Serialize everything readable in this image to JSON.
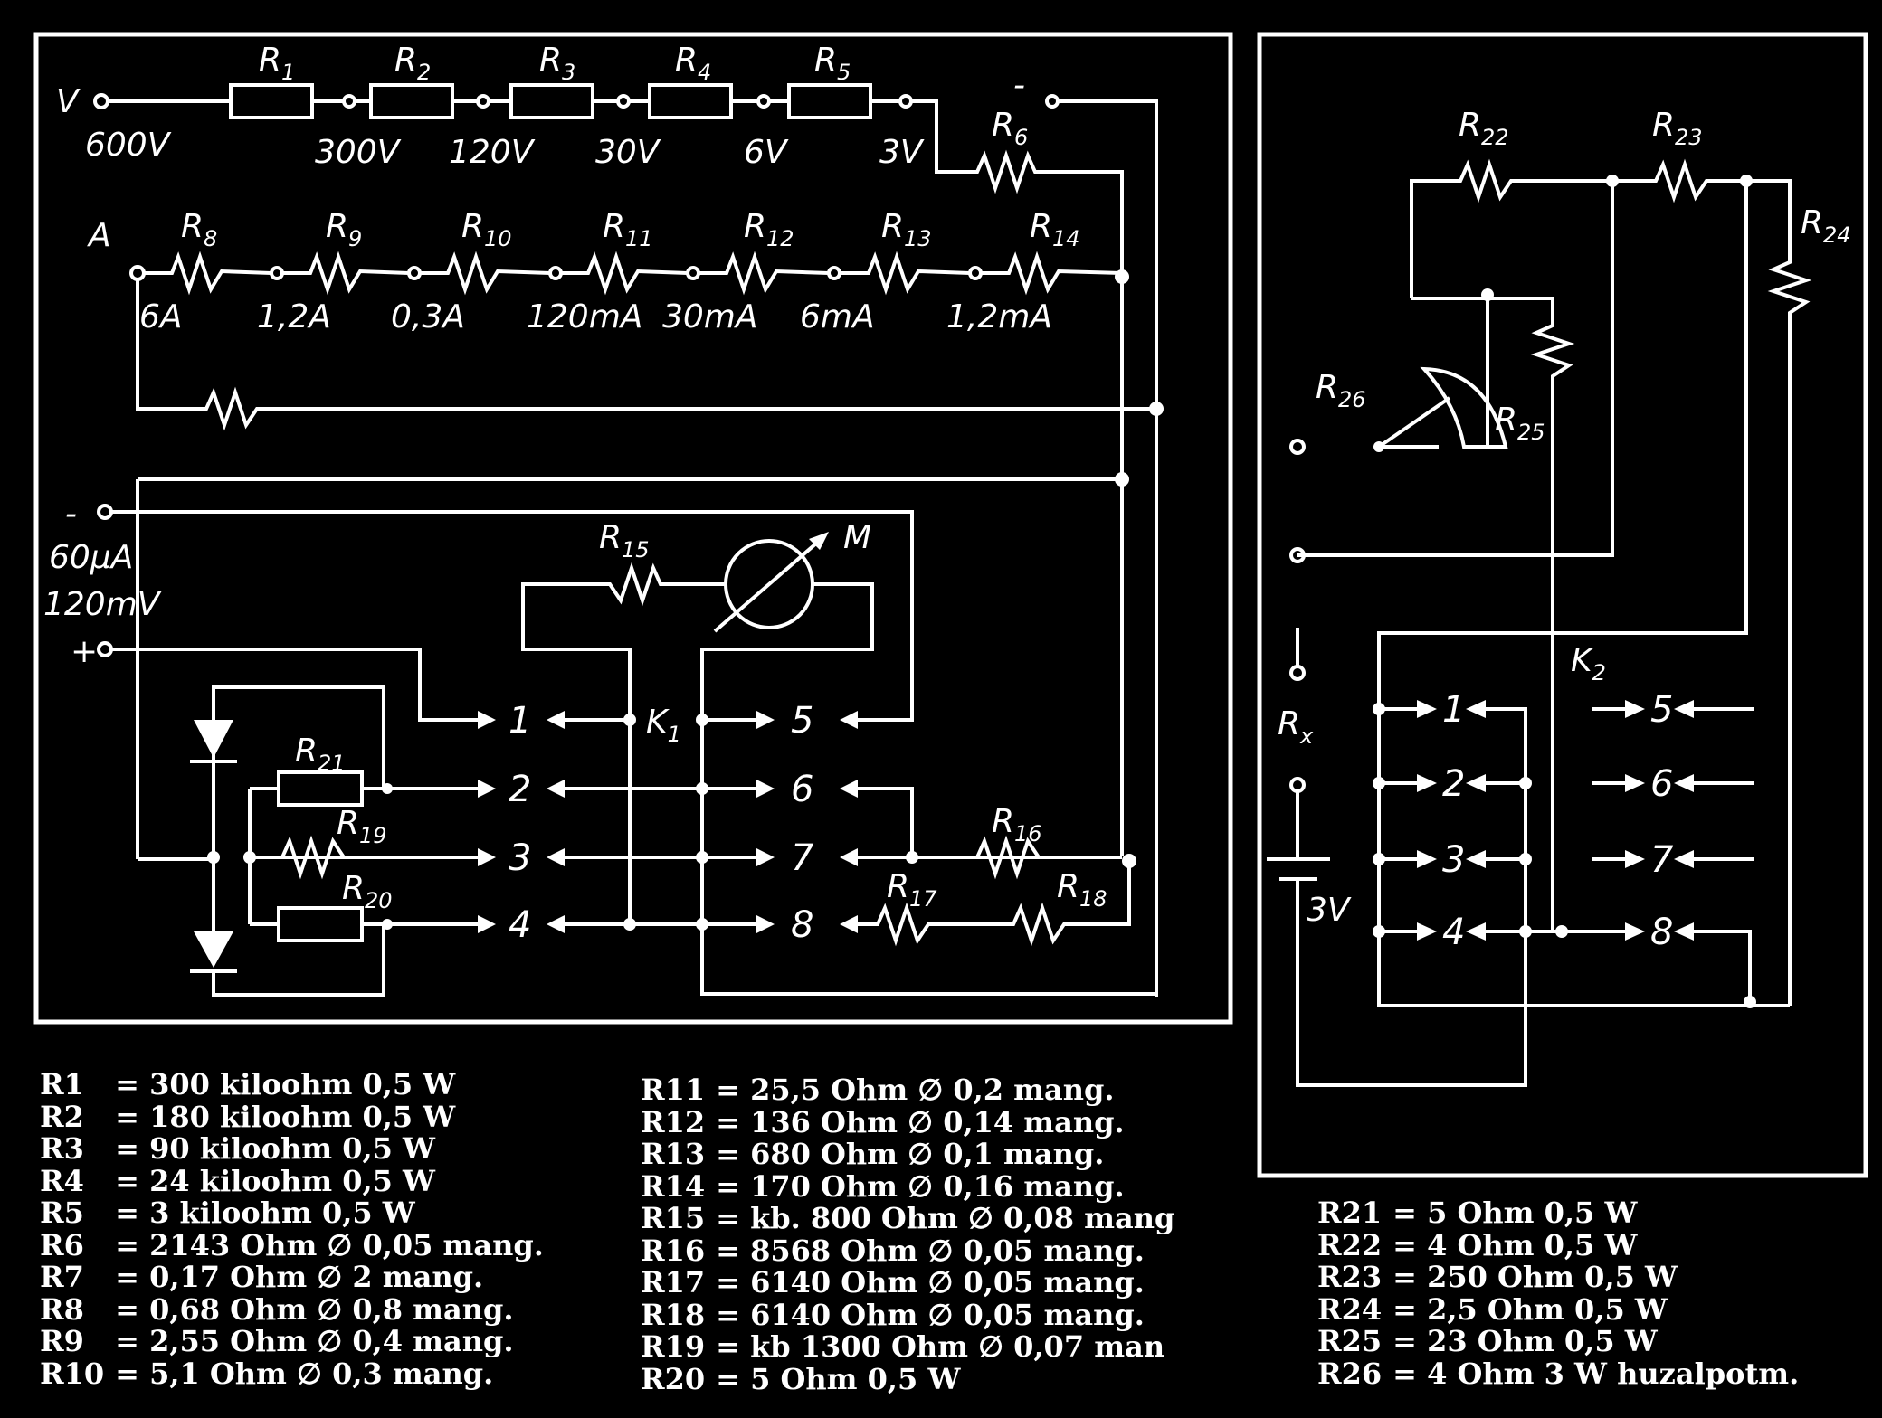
{
  "labels": {
    "terminal_v": "V",
    "terminal_a": "A",
    "r1": "R",
    "r1s": "1",
    "r2": "R",
    "r2s": "2",
    "r3": "R",
    "r3s": "3",
    "r4": "R",
    "r4s": "4",
    "r5": "R",
    "r5s": "5",
    "r6": "R",
    "r6s": "6",
    "r8": "R",
    "r8s": "8",
    "r9": "R",
    "r9s": "9",
    "r10": "R",
    "r10s": "10",
    "r11": "R",
    "r11s": "11",
    "r12": "R",
    "r12s": "12",
    "r13": "R",
    "r13s": "13",
    "r14": "R",
    "r14s": "14",
    "r15": "R",
    "r15s": "15",
    "r16": "R",
    "r16s": "16",
    "r17": "R",
    "r17s": "17",
    "r18": "R",
    "r18s": "18",
    "r19": "R",
    "r19s": "19",
    "r20": "R",
    "r20s": "20",
    "r21": "R",
    "r21s": "21",
    "r22": "R",
    "r22s": "22",
    "r23": "R",
    "r23s": "23",
    "r24": "R",
    "r24s": "24",
    "r25": "R",
    "r25s": "25",
    "r26": "R",
    "r26s": "26",
    "meter": "M",
    "k1": "K",
    "k1s": "1",
    "k2": "K",
    "k2s": "2",
    "rx": "R",
    "rxs": "x",
    "battery": "3V",
    "minus_top": "-",
    "minus_left": "-",
    "plus_left": "+",
    "v600": "600V",
    "v300": "300V",
    "v120": "120V",
    "v30": "30V",
    "v6": "6V",
    "v3": "3V",
    "a6": "6A",
    "a12": "1,2A",
    "a03": "0,3A",
    "ma120": "120mA",
    "ma30": "30mA",
    "ma6": "6mA",
    "ma12": "1,2mA",
    "ua60": "60μA",
    "mv120": "120mV",
    "sw": [
      "1",
      "2",
      "3",
      "4",
      "5",
      "6",
      "7",
      "8"
    ]
  },
  "legend_left": [
    {
      "k": "R1",
      "v": "= 300 kiloohm 0,5 W"
    },
    {
      "k": "R2",
      "v": "= 180 kiloohm 0,5 W"
    },
    {
      "k": "R3",
      "v": "= 90 kiloohm 0,5 W"
    },
    {
      "k": "R4",
      "v": "= 24 kiloohm 0,5 W"
    },
    {
      "k": "R5",
      "v": "= 3 kiloohm 0,5 W"
    },
    {
      "k": "R6",
      "v": "= 2143 Ohm ∅ 0,05 mang."
    },
    {
      "k": "R7",
      "v": "= 0,17 Ohm ∅ 2 mang."
    },
    {
      "k": "R8",
      "v": "= 0,68 Ohm ∅ 0,8 mang."
    },
    {
      "k": "R9",
      "v": "= 2,55 Ohm ∅ 0,4 mang."
    },
    {
      "k": "R10",
      "v": "= 5,1 Ohm ∅ 0,3 mang."
    }
  ],
  "legend_middle": [
    {
      "k": "R11",
      "v": "= 25,5 Ohm ∅ 0,2 mang."
    },
    {
      "k": "R12",
      "v": "= 136 Ohm ∅ 0,14 mang."
    },
    {
      "k": "R13",
      "v": "= 680 Ohm ∅ 0,1 mang."
    },
    {
      "k": "R14",
      "v": "= 170 Ohm ∅ 0,16 mang."
    },
    {
      "k": "R15",
      "v": "= kb. 800 Ohm ∅ 0,08 mang"
    },
    {
      "k": "R16",
      "v": "= 8568 Ohm ∅ 0,05 mang."
    },
    {
      "k": "R17",
      "v": "= 6140 Ohm ∅ 0,05 mang."
    },
    {
      "k": "R18",
      "v": "= 6140 Ohm ∅ 0,05 mang."
    },
    {
      "k": "R19",
      "v": "= kb 1300 Ohm ∅ 0,07 man"
    },
    {
      "k": "R20",
      "v": "= 5 Ohm 0,5 W"
    }
  ],
  "legend_right": [
    {
      "k": "R21",
      "v": "= 5 Ohm 0,5 W"
    },
    {
      "k": "R22",
      "v": "= 4 Ohm 0,5 W"
    },
    {
      "k": "R23",
      "v": "= 250 Ohm 0,5 W"
    },
    {
      "k": "R24",
      "v": "= 2,5 Ohm 0,5 W"
    },
    {
      "k": "R25",
      "v": "= 23 Ohm 0,5 W"
    },
    {
      "k": "R26",
      "v": "= 4 Ohm 3 W huzalpotm."
    }
  ]
}
